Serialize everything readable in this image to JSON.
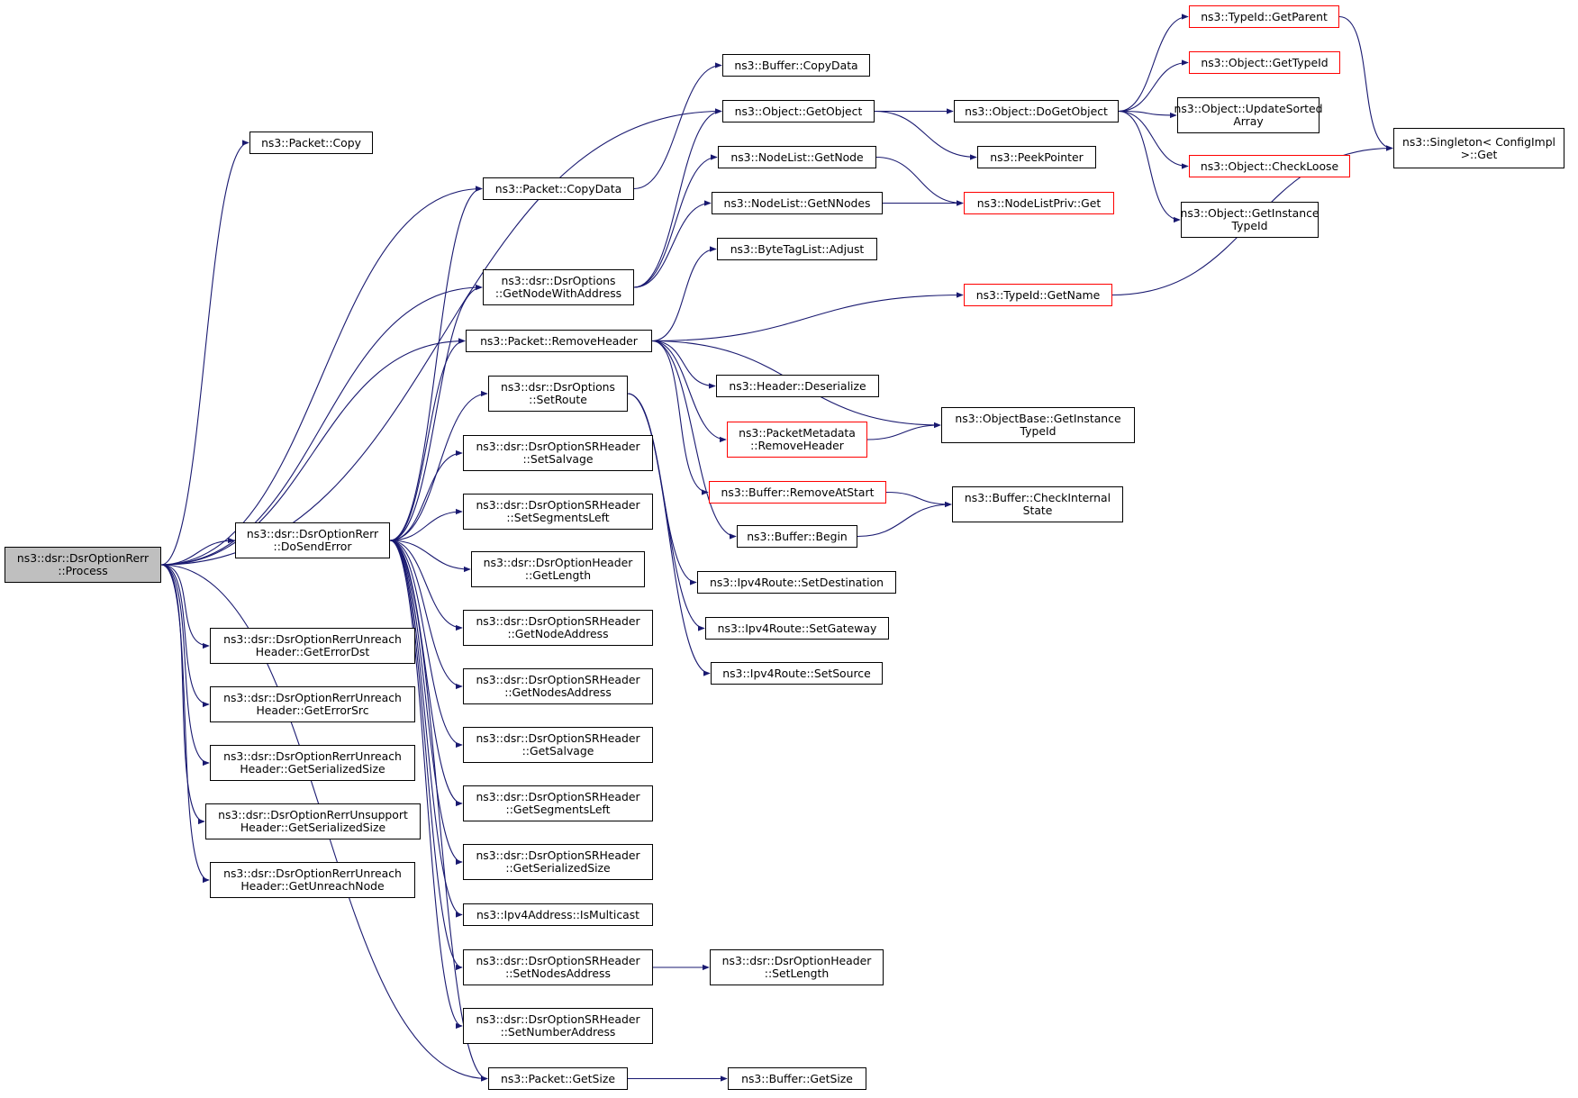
{
  "graph": {
    "edge_color": "#191970",
    "truncated_border_color": "#ff0000",
    "root_fill": "#bfbfbf",
    "nodes": [
      {
        "id": "process",
        "lines": [
          "ns3::dsr::DsrOptionRerr",
          "::Process"
        ],
        "root": true
      },
      {
        "id": "packet_copy",
        "lines": [
          "ns3::Packet::Copy"
        ]
      },
      {
        "id": "packet_copydata",
        "lines": [
          "ns3::Packet::CopyData"
        ]
      },
      {
        "id": "buffer_copydata",
        "lines": [
          "ns3::Buffer::CopyData"
        ]
      },
      {
        "id": "getobject",
        "lines": [
          "ns3::Object::GetObject"
        ]
      },
      {
        "id": "dogetobject",
        "lines": [
          "ns3::Object::DoGetObject"
        ]
      },
      {
        "id": "typeid_getparent",
        "lines": [
          "ns3::TypeId::GetParent"
        ],
        "truncated": true
      },
      {
        "id": "object_gettypeid",
        "lines": [
          "ns3::Object::GetTypeId"
        ],
        "truncated": true
      },
      {
        "id": "updatesorted",
        "lines": [
          "ns3::Object::UpdateSorted",
          "Array"
        ]
      },
      {
        "id": "checkloose",
        "lines": [
          "ns3::Object::CheckLoose"
        ],
        "truncated": true
      },
      {
        "id": "getinstancetypeid",
        "lines": [
          "ns3::Object::GetInstance",
          "TypeId"
        ]
      },
      {
        "id": "singleton_get",
        "lines": [
          "ns3::Singleton< ConfigImpl",
          " >::Get"
        ]
      },
      {
        "id": "peekpointer",
        "lines": [
          "ns3::PeekPointer"
        ]
      },
      {
        "id": "nodelist_getnode",
        "lines": [
          "ns3::NodeList::GetNode"
        ]
      },
      {
        "id": "nodelist_getnnodes",
        "lines": [
          "ns3::NodeList::GetNNodes"
        ]
      },
      {
        "id": "nodelistpriv_get",
        "lines": [
          "ns3::NodeListPriv::Get"
        ],
        "truncated": true
      },
      {
        "id": "bytetaglist_adjust",
        "lines": [
          "ns3::ByteTagList::Adjust"
        ]
      },
      {
        "id": "typeid_getname",
        "lines": [
          "ns3::TypeId::GetName"
        ],
        "truncated": true
      },
      {
        "id": "getnodewithaddress",
        "lines": [
          "ns3::dsr::DsrOptions",
          "::GetNodeWithAddress"
        ]
      },
      {
        "id": "removeheader",
        "lines": [
          "ns3::Packet::RemoveHeader"
        ]
      },
      {
        "id": "header_deserialize",
        "lines": [
          "ns3::Header::Deserialize"
        ]
      },
      {
        "id": "objectbase_getinstancetypeid",
        "lines": [
          "ns3::ObjectBase::GetInstance",
          "TypeId"
        ]
      },
      {
        "id": "pktmeta_removeheader",
        "lines": [
          "ns3::PacketMetadata",
          "::RemoveHeader"
        ],
        "truncated": true
      },
      {
        "id": "buffer_removeatstart",
        "lines": [
          "ns3::Buffer::RemoveAtStart"
        ],
        "truncated": true
      },
      {
        "id": "buffer_checkinternal",
        "lines": [
          "ns3::Buffer::CheckInternal",
          "State"
        ]
      },
      {
        "id": "buffer_begin",
        "lines": [
          "ns3::Buffer::Begin"
        ]
      },
      {
        "id": "setroute",
        "lines": [
          "ns3::dsr::DsrOptions",
          "::SetRoute"
        ]
      },
      {
        "id": "ipv4route_setdestination",
        "lines": [
          "ns3::Ipv4Route::SetDestination"
        ]
      },
      {
        "id": "ipv4route_setgateway",
        "lines": [
          "ns3::Ipv4Route::SetGateway"
        ]
      },
      {
        "id": "ipv4route_setsource",
        "lines": [
          "ns3::Ipv4Route::SetSource"
        ]
      },
      {
        "id": "sr_setsalvage",
        "lines": [
          "ns3::dsr::DsrOptionSRHeader",
          "::SetSalvage"
        ]
      },
      {
        "id": "sr_setsegmentsleft",
        "lines": [
          "ns3::dsr::DsrOptionSRHeader",
          "::SetSegmentsLeft"
        ]
      },
      {
        "id": "doserror",
        "lines": [
          "ns3::dsr::DsrOptionRerr",
          "::DoSendError"
        ]
      },
      {
        "id": "hdr_getlength",
        "lines": [
          "ns3::dsr::DsrOptionHeader",
          "::GetLength"
        ]
      },
      {
        "id": "sr_getnodeaddress",
        "lines": [
          "ns3::dsr::DsrOptionSRHeader",
          "::GetNodeAddress"
        ]
      },
      {
        "id": "sr_getnodesaddress",
        "lines": [
          "ns3::dsr::DsrOptionSRHeader",
          "::GetNodesAddress"
        ]
      },
      {
        "id": "sr_getsalvage",
        "lines": [
          "ns3::dsr::DsrOptionSRHeader",
          "::GetSalvage"
        ]
      },
      {
        "id": "sr_getsegmentsleft",
        "lines": [
          "ns3::dsr::DsrOptionSRHeader",
          "::GetSegmentsLeft"
        ]
      },
      {
        "id": "sr_getserializedsize",
        "lines": [
          "ns3::dsr::DsrOptionSRHeader",
          "::GetSerializedSize"
        ]
      },
      {
        "id": "ipv4address_ismulticast",
        "lines": [
          "ns3::Ipv4Address::IsMulticast"
        ]
      },
      {
        "id": "sr_setnodesaddress",
        "lines": [
          "ns3::dsr::DsrOptionSRHeader",
          "::SetNodesAddress"
        ]
      },
      {
        "id": "hdr_setlength",
        "lines": [
          "ns3::dsr::DsrOptionHeader",
          "::SetLength"
        ]
      },
      {
        "id": "sr_setnumberaddress",
        "lines": [
          "ns3::dsr::DsrOptionSRHeader",
          "::SetNumberAddress"
        ]
      },
      {
        "id": "packet_getsize",
        "lines": [
          "ns3::Packet::GetSize"
        ]
      },
      {
        "id": "buffer_getsize",
        "lines": [
          "ns3::Buffer::GetSize"
        ]
      },
      {
        "id": "unreach_geterrordst",
        "lines": [
          "ns3::dsr::DsrOptionRerrUnreach",
          "Header::GetErrorDst"
        ]
      },
      {
        "id": "unreach_geterrorsrc",
        "lines": [
          "ns3::dsr::DsrOptionRerrUnreach",
          "Header::GetErrorSrc"
        ]
      },
      {
        "id": "unreach_getserializedsize",
        "lines": [
          "ns3::dsr::DsrOptionRerrUnreach",
          "Header::GetSerializedSize"
        ]
      },
      {
        "id": "unsupport_getserializedsize",
        "lines": [
          "ns3::dsr::DsrOptionRerrUnsupport",
          "Header::GetSerializedSize"
        ]
      },
      {
        "id": "unreach_getunreachnode",
        "lines": [
          "ns3::dsr::DsrOptionRerrUnreach",
          "Header::GetUnreachNode"
        ]
      }
    ],
    "edges": [
      [
        "process",
        "packet_copy"
      ],
      [
        "process",
        "packet_copydata"
      ],
      [
        "process",
        "getobject"
      ],
      [
        "process",
        "getnodewithaddress"
      ],
      [
        "process",
        "removeheader"
      ],
      [
        "process",
        "doserror"
      ],
      [
        "process",
        "packet_getsize"
      ],
      [
        "process",
        "unreach_geterrordst"
      ],
      [
        "process",
        "unreach_geterrorsrc"
      ],
      [
        "process",
        "unreach_getserializedsize"
      ],
      [
        "process",
        "unsupport_getserializedsize"
      ],
      [
        "process",
        "unreach_getunreachnode"
      ],
      [
        "packet_copydata",
        "buffer_copydata"
      ],
      [
        "getobject",
        "dogetobject"
      ],
      [
        "getobject",
        "peekpointer"
      ],
      [
        "dogetobject",
        "typeid_getparent"
      ],
      [
        "dogetobject",
        "object_gettypeid"
      ],
      [
        "dogetobject",
        "updatesorted"
      ],
      [
        "dogetobject",
        "checkloose"
      ],
      [
        "dogetobject",
        "getinstancetypeid"
      ],
      [
        "typeid_getparent",
        "singleton_get"
      ],
      [
        "typeid_getname",
        "singleton_get"
      ],
      [
        "getnodewithaddress",
        "getobject"
      ],
      [
        "getnodewithaddress",
        "nodelist_getnode"
      ],
      [
        "getnodewithaddress",
        "nodelist_getnnodes"
      ],
      [
        "nodelist_getnode",
        "nodelistpriv_get"
      ],
      [
        "nodelist_getnnodes",
        "nodelistpriv_get"
      ],
      [
        "removeheader",
        "bytetaglist_adjust"
      ],
      [
        "removeheader",
        "typeid_getname"
      ],
      [
        "removeheader",
        "header_deserialize"
      ],
      [
        "removeheader",
        "objectbase_getinstancetypeid"
      ],
      [
        "removeheader",
        "pktmeta_removeheader"
      ],
      [
        "removeheader",
        "buffer_removeatstart"
      ],
      [
        "removeheader",
        "buffer_begin"
      ],
      [
        "pktmeta_removeheader",
        "objectbase_getinstancetypeid"
      ],
      [
        "buffer_removeatstart",
        "buffer_checkinternal"
      ],
      [
        "buffer_begin",
        "buffer_checkinternal"
      ],
      [
        "setroute",
        "ipv4route_setdestination"
      ],
      [
        "setroute",
        "ipv4route_setgateway"
      ],
      [
        "setroute",
        "ipv4route_setsource"
      ],
      [
        "doserror",
        "packet_copydata"
      ],
      [
        "doserror",
        "getnodewithaddress"
      ],
      [
        "doserror",
        "removeheader"
      ],
      [
        "doserror",
        "setroute"
      ],
      [
        "doserror",
        "sr_setsalvage"
      ],
      [
        "doserror",
        "sr_setsegmentsleft"
      ],
      [
        "doserror",
        "hdr_getlength"
      ],
      [
        "doserror",
        "sr_getnodeaddress"
      ],
      [
        "doserror",
        "sr_getnodesaddress"
      ],
      [
        "doserror",
        "sr_getsalvage"
      ],
      [
        "doserror",
        "sr_getsegmentsleft"
      ],
      [
        "doserror",
        "sr_getserializedsize"
      ],
      [
        "doserror",
        "ipv4address_ismulticast"
      ],
      [
        "doserror",
        "sr_setnodesaddress"
      ],
      [
        "doserror",
        "sr_setnumberaddress"
      ],
      [
        "doserror",
        "packet_getsize"
      ],
      [
        "sr_setnodesaddress",
        "hdr_setlength"
      ],
      [
        "packet_getsize",
        "buffer_getsize"
      ]
    ]
  }
}
